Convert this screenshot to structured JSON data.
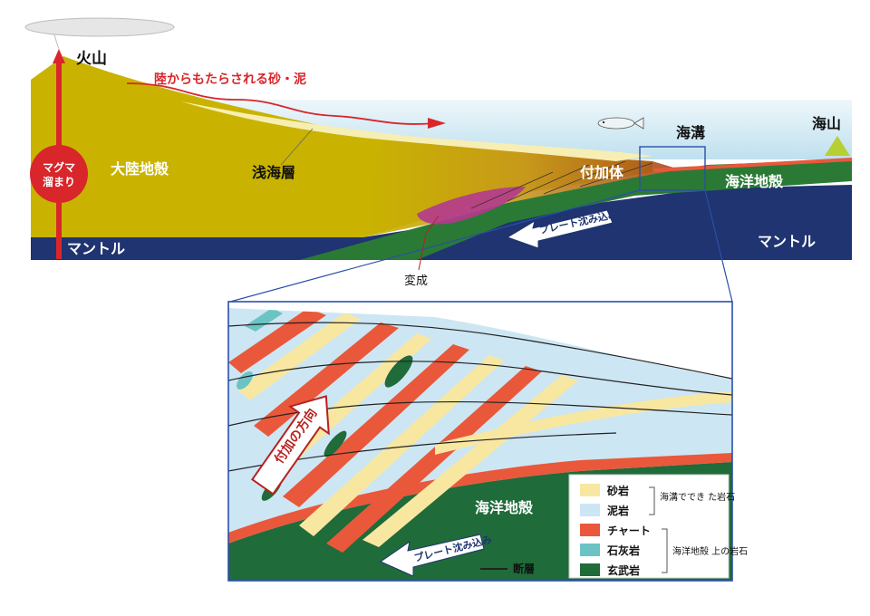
{
  "top": {
    "volcano": "火山",
    "sediment_arrow": "陸からもたらされる砂・泥",
    "magma_chamber_line1": "マグマ",
    "magma_chamber_line2": "溜まり",
    "continental_crust": "大陸地殻",
    "shallow_layer": "浅海層",
    "trench": "海溝",
    "seamount": "海山",
    "accretionary_prism": "付加体",
    "oceanic_crust": "海洋地殻",
    "mantle_left": "マントル",
    "mantle_right": "マントル",
    "subduction": "プレート沈み込み",
    "metamorphism": "変成"
  },
  "inset": {
    "oceanic_crust": "海洋地殻",
    "subduction": "プレート沈み込み",
    "accretion_direction": "付加の方向",
    "legend": {
      "items": [
        {
          "label": "砂岩",
          "color": "#f8e7a1"
        },
        {
          "label": "泥岩",
          "color": "#cde6f3"
        },
        {
          "label": "チャート",
          "color": "#e9583b"
        },
        {
          "label": "石灰岩",
          "color": "#6cc3c4"
        },
        {
          "label": "玄武岩",
          "color": "#1f6b3a"
        }
      ],
      "group1": "海溝ででき た岩石",
      "group2": "海洋地殻 上の岩石",
      "fault": "断層"
    }
  },
  "colors": {
    "continent": "#c9b300",
    "ocean_crust": "#2a7a35",
    "mantle": "#1f3470",
    "sea": "#cfe8f0",
    "red": "#d8262b",
    "metamorphic": "#b4388f"
  }
}
